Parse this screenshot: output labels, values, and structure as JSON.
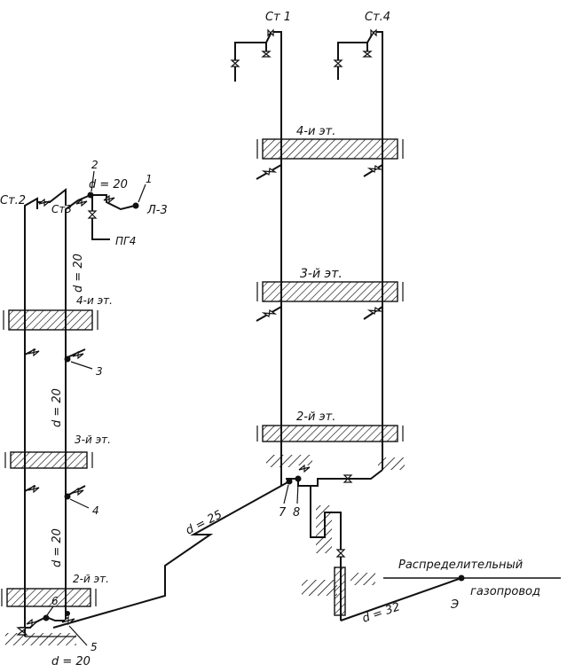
{
  "risers": {
    "st1": "Ст 1",
    "st4": "Ст.4",
    "st2": "Ст.2",
    "st3": "Ст3"
  },
  "floors": {
    "f4_right": "4-и  эт.",
    "f3_right": "3-й  эт.",
    "f2_right": "2-й  эт.",
    "f4_left": "4-и  эт.",
    "f3_left": "3-й  эт.",
    "f2_left": "2-й  эт."
  },
  "diameters": {
    "d20_top": "d = 20",
    "d20_a": "d = 20",
    "d20_b": "d = 20",
    "d20_c": "d = 20",
    "d20_bottom": "d = 20",
    "d25": "d = 25",
    "d32": "d = 32"
  },
  "points": {
    "p1": "1",
    "p2": "2",
    "p3": "3",
    "p4": "4",
    "p5": "5",
    "p6": "6",
    "p7": "7",
    "p8": "8",
    "p9": "Э"
  },
  "appliances": {
    "l3": "Л-3",
    "pg4": "ПГ4"
  },
  "main_gas": {
    "line1": "Распределительный",
    "line2": "газопровод"
  }
}
